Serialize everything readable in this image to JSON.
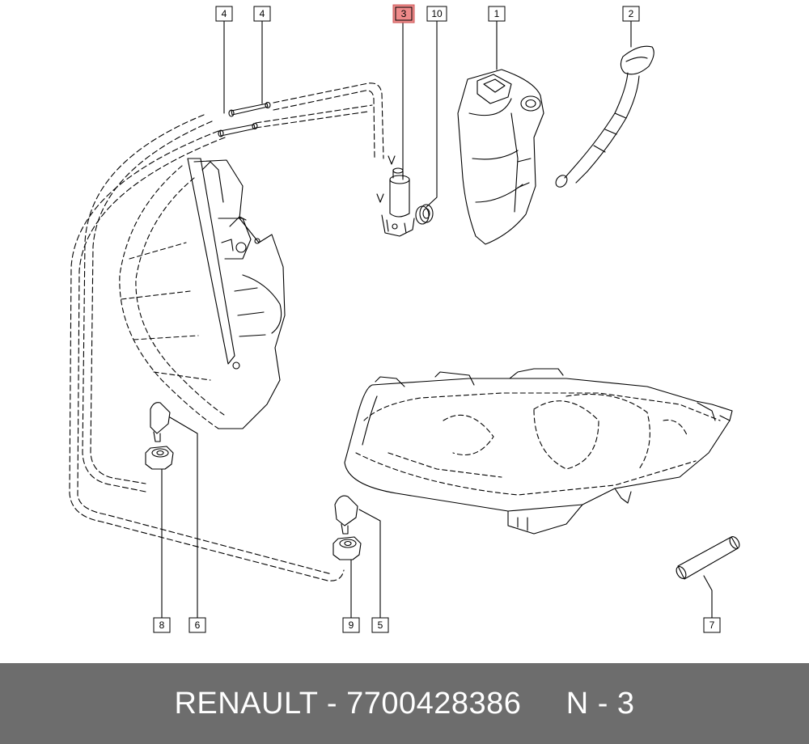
{
  "callouts": [
    {
      "id": "c4a",
      "label": "4",
      "highlighted": false
    },
    {
      "id": "c4b",
      "label": "4",
      "highlighted": false
    },
    {
      "id": "c3",
      "label": "3",
      "highlighted": true
    },
    {
      "id": "c10",
      "label": "10",
      "highlighted": false
    },
    {
      "id": "c1",
      "label": "1",
      "highlighted": false
    },
    {
      "id": "c2",
      "label": "2",
      "highlighted": false
    },
    {
      "id": "c8",
      "label": "8",
      "highlighted": false
    },
    {
      "id": "c6",
      "label": "6",
      "highlighted": false
    },
    {
      "id": "c9",
      "label": "9",
      "highlighted": false
    },
    {
      "id": "c5",
      "label": "5",
      "highlighted": false
    },
    {
      "id": "c7",
      "label": "7",
      "highlighted": false
    }
  ],
  "footer": {
    "text": "RENAULT - 7700428386     N - 3"
  },
  "colors": {
    "highlight": "#ee8a8a",
    "footer_bg": "#6d6d6d",
    "footer_text": "#ffffff",
    "line": "#000000"
  }
}
